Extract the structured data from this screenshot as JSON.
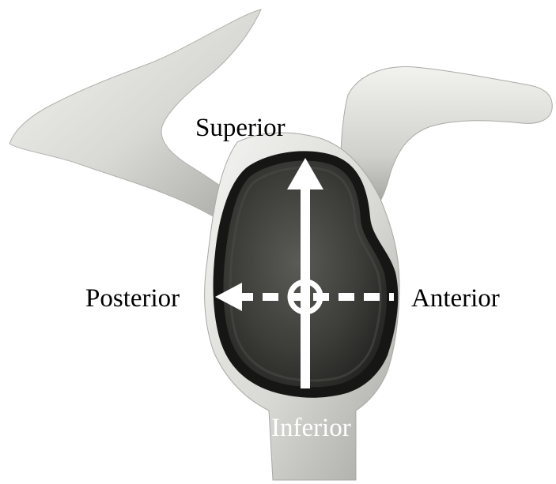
{
  "labels": {
    "superior": "Superior",
    "posterior": "Posterior",
    "anterior": "Anterior",
    "inferior": "Inferior"
  },
  "colors": {
    "bone_light": "#ececea",
    "bone_mid": "#c9c9c5",
    "bone_shadow": "#8e8e8a",
    "glenoid_dark": "#2e2e2c",
    "glenoid_rim": "#161614",
    "arrow": "#ffffff"
  }
}
